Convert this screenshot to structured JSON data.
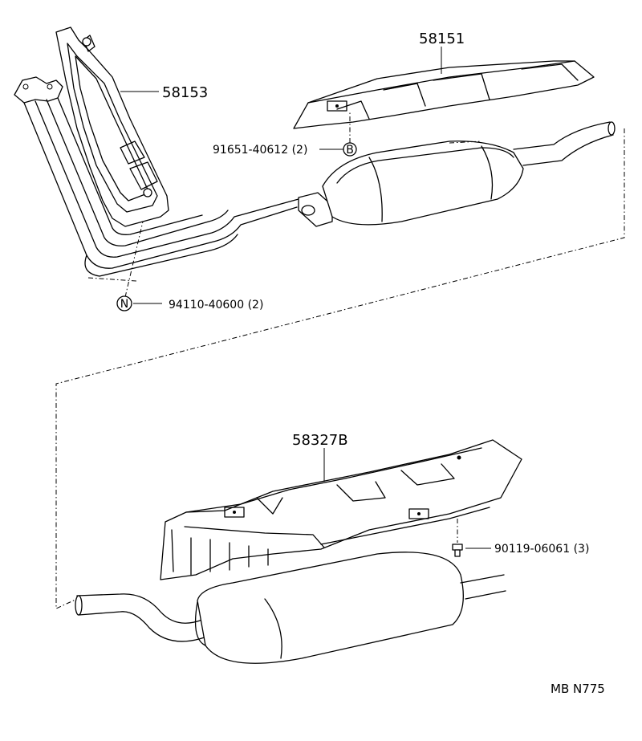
{
  "parts": {
    "p58151": "58151",
    "p58153": "58153",
    "p91651": "91651-40612 (2)",
    "p94110": "94110-40600 (2)",
    "p58327B": "58327B",
    "p90119": "90119-06061 (3)"
  },
  "markers": {
    "b": "B",
    "n": "N"
  },
  "footer": "MB  N775"
}
